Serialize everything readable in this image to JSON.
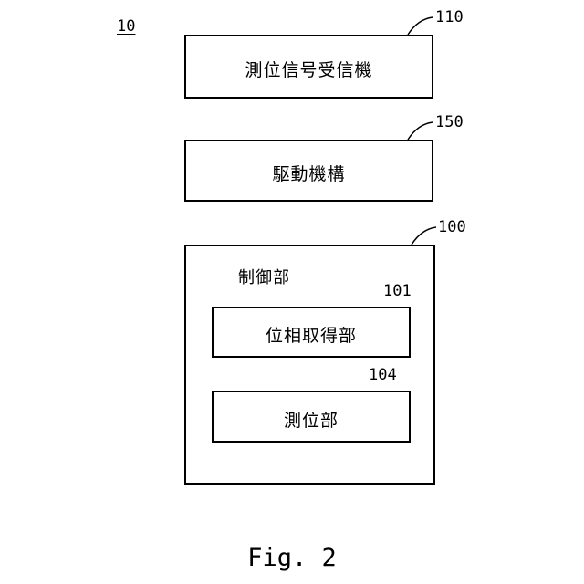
{
  "system_ref": "10",
  "blocks": {
    "receiver": {
      "label": "測位信号受信機",
      "ref": "110"
    },
    "drive": {
      "label": "駆動機構",
      "ref": "150"
    },
    "controller": {
      "label": "制御部",
      "ref": "100",
      "phase_acquisition": {
        "label": "位相取得部",
        "ref": "101"
      },
      "positioning": {
        "label": "測位部",
        "ref": "104"
      }
    }
  },
  "caption": "Fig. 2"
}
